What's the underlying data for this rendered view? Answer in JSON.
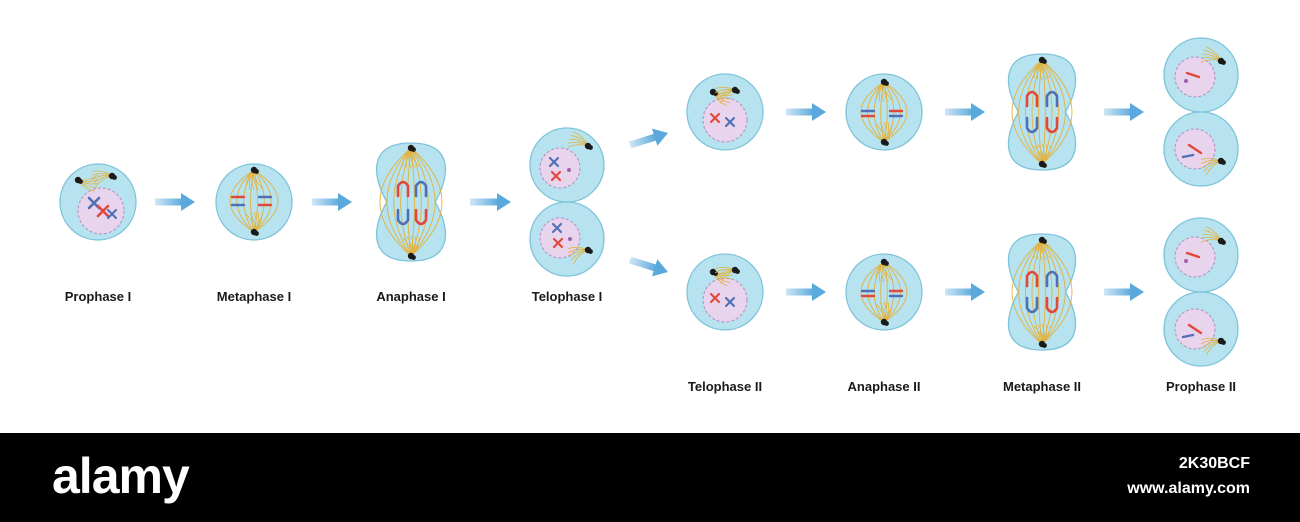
{
  "stages": {
    "prophase_1": "Prophase I",
    "metaphase_1": "Metaphase I",
    "anaphase_1": "Anaphase I",
    "telophase_1": "Telophase I",
    "telophase_2": "Telophase II",
    "anaphase_2": "Anaphase II",
    "metaphase_2": "Metaphase II",
    "prophase_2": "Prophase II"
  },
  "colors": {
    "cytoplasm": "#b6e3ef",
    "membrane": "#7fc3da",
    "nucleus": "#e8d4ec",
    "nuclear_envelope": "#b58cc4",
    "spindle": "#e3b23c",
    "chromosome_red": "#e2473b",
    "chromosome_blue": "#4f6fb6",
    "arrow": "#5aa9dc",
    "centrosome": "#1a1a1a"
  },
  "footer": {
    "brand": "alamy",
    "image_id": "2K30BCF",
    "website": "www.alamy.com"
  }
}
